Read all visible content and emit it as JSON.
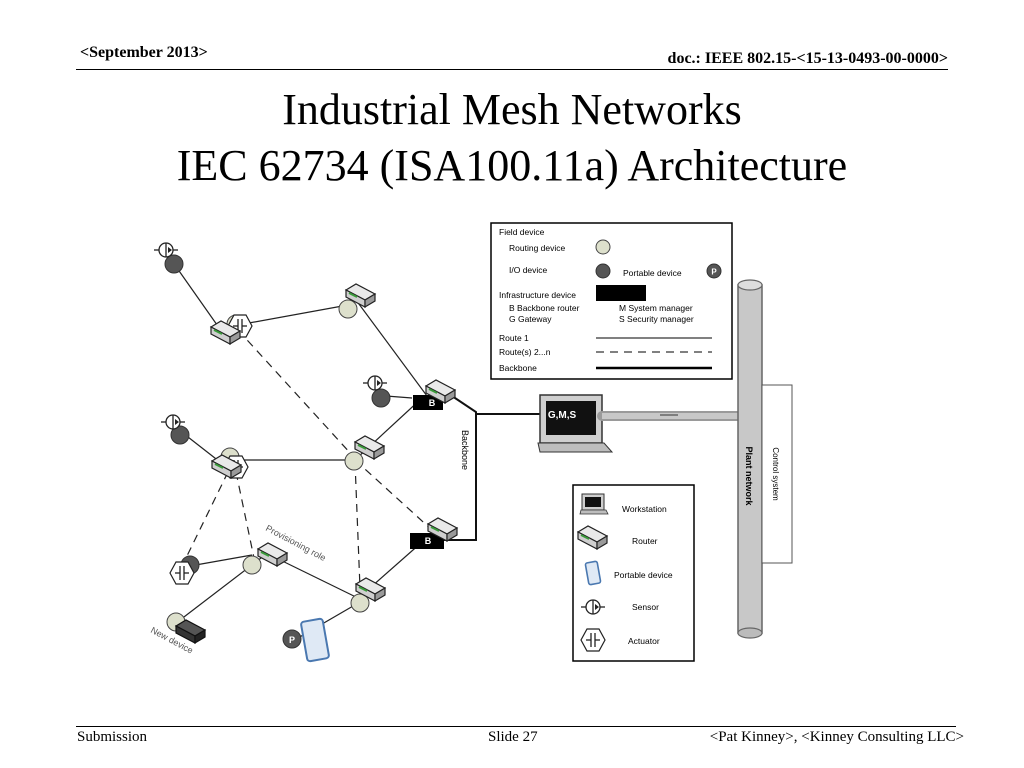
{
  "header": {
    "date": "<September 2013>",
    "doc": "doc.: IEEE 802.15-<15-13-0493-00-0000>"
  },
  "title": {
    "line1": "Industrial Mesh Networks",
    "line2": "IEC 62734 (ISA100.11a) Architecture"
  },
  "footer": {
    "left": "Submission",
    "center": "Slide 27",
    "right": "<Pat Kinney>, <Kinney Consulting LLC>"
  },
  "legend": {
    "field_device": "Field device",
    "routing_device": "Routing device",
    "io_device": "I/O device",
    "portable_device": "Portable device",
    "portable_symbol": "P",
    "infrastructure_device": "Infrastructure device",
    "b_backbone_router": "B  Backbone router",
    "g_gateway": "G  Gateway",
    "m_system_manager": "M  System manager",
    "s_security_manager": "S  Security manager",
    "route1": "Route 1",
    "route2n": "Route(s) 2...n",
    "backbone": "Backbone"
  },
  "symbol_key": {
    "workstation": "Workstation",
    "router": "Router",
    "portable_device": "Portable device",
    "sensor": "Sensor",
    "actuator": "Actuator"
  },
  "diagram": {
    "gms_label": "G,M,S",
    "backbone_router_label": "B",
    "backbone_label": "Backbone",
    "plant_network_label": "Plant network",
    "control_system_label": "Control system",
    "provisioning_role_label": "Provisioning role",
    "new_device_label": "New device",
    "portable_label": "P"
  }
}
